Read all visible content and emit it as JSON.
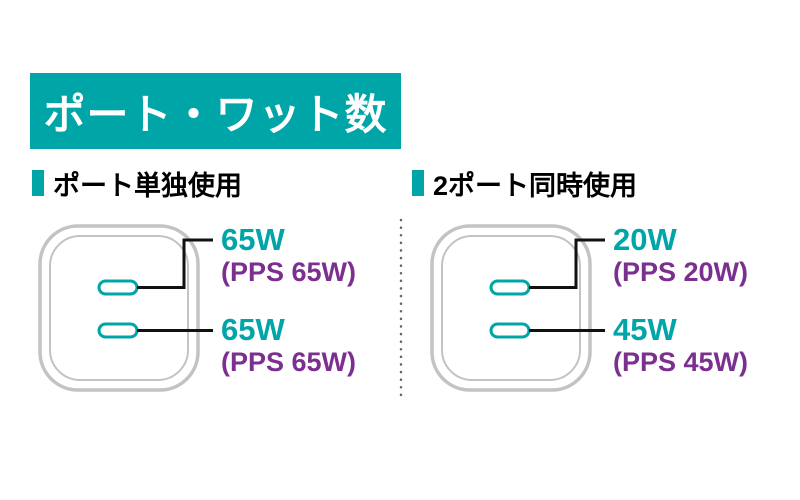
{
  "banner": {
    "title": "ポート・ワット数"
  },
  "sections": [
    {
      "heading": "ポート単独使用",
      "ports": [
        {
          "watt": "65W",
          "pps": "(PPS 65W)"
        },
        {
          "watt": "65W",
          "pps": "(PPS 65W)"
        }
      ]
    },
    {
      "heading": "2ポート同時使用",
      "ports": [
        {
          "watt": "20W",
          "pps": "(PPS 20W)"
        },
        {
          "watt": "45W",
          "pps": "(PPS 45W)"
        }
      ]
    }
  ],
  "colors": {
    "banner_teal": "#00a5a8",
    "watt_teal": "#00a5a8",
    "pps_purple": "#7b2f8f",
    "charger_outline_gray": "#c3c3c3",
    "line_black": "#111111"
  },
  "icons": {
    "port": "usb-c-port-icon",
    "bullet": "square-bullet-icon"
  }
}
